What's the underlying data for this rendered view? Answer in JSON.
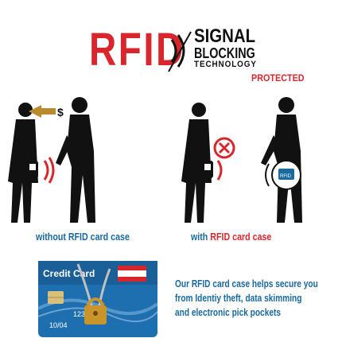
{
  "header": {
    "title": "RFID",
    "signal": "SIGNAL",
    "blocking": "BLOCKING",
    "technology": "TECHNOLOGY",
    "protected": "PROTECTED"
  },
  "captions": {
    "without": "without RFID card case",
    "with_word": "with",
    "with_rfid": "RFID",
    "with_card": "card",
    "with_case": "case"
  },
  "card": {
    "label": "Credit Card",
    "number_fragment": "1234",
    "expiry": "10/04"
  },
  "description": {
    "line1": "Our RFID card case helps secure you",
    "line2": "from Identiy theft, data skimming",
    "line3": "and electronic pick pockets"
  },
  "colors": {
    "red": "#d9262d",
    "blue": "#1a6a9e",
    "card_blue": "#1e6fb0",
    "lock_gold": "#c9952b",
    "dollar_gold": "#b98a2e",
    "black": "#111111"
  }
}
